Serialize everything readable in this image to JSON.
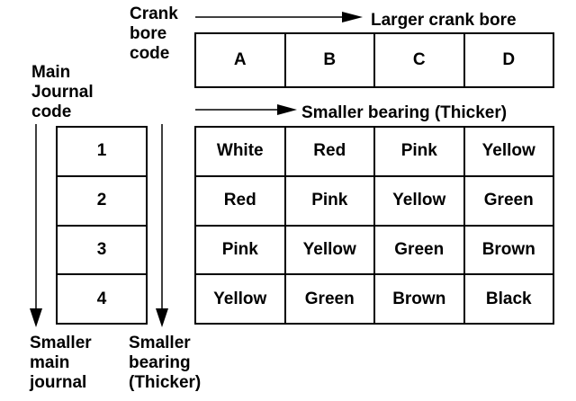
{
  "labels": {
    "crank_bore_code": [
      "Crank",
      "bore",
      "code"
    ],
    "main_journal_code": [
      "Main",
      "Journal",
      "code"
    ],
    "larger_crank_bore": "Larger crank bore",
    "smaller_bearing_top": "Smaller bearing (Thicker)",
    "smaller_main_journal": [
      "Smaller",
      "main",
      "journal"
    ],
    "smaller_bearing_bottom": [
      "Smaller",
      "bearing",
      "(Thicker)"
    ]
  },
  "bore_codes": [
    "A",
    "B",
    "C",
    "D"
  ],
  "journal_codes": [
    "1",
    "2",
    "3",
    "4"
  ],
  "bearing_colors": [
    [
      "White",
      "Red",
      "Pink",
      "Yellow"
    ],
    [
      "Red",
      "Pink",
      "Yellow",
      "Green"
    ],
    [
      "Pink",
      "Yellow",
      "Green",
      "Brown"
    ],
    [
      "Yellow",
      "Green",
      "Brown",
      "Black"
    ]
  ]
}
